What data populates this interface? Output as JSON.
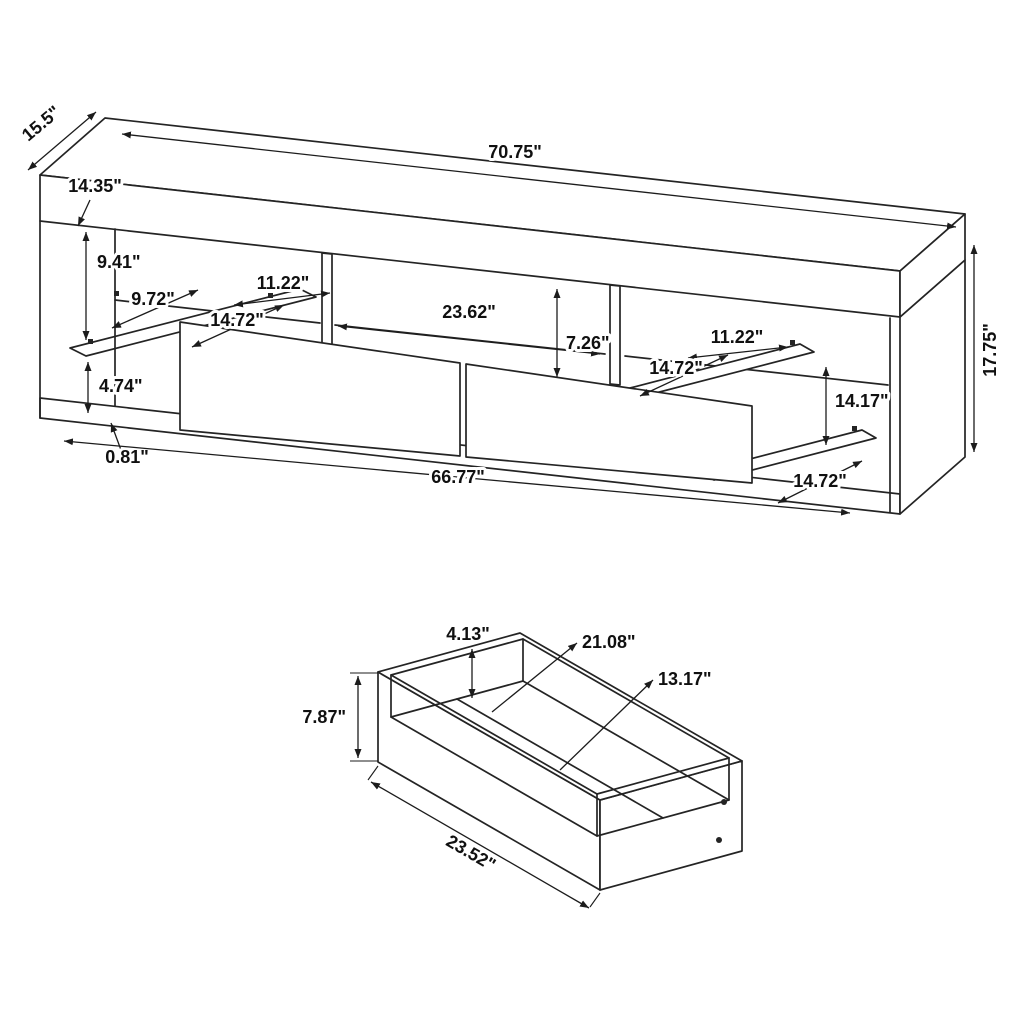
{
  "canvas": {
    "background": "#ffffff",
    "line_color": "#242424"
  },
  "console": {
    "labels": {
      "depth": "15.5\"",
      "top_width": "70.75\"",
      "top_depth": "14.35\"",
      "upper_left_height": "9.41\"",
      "left_shelf_depth": "9.72\"",
      "left_opening_width": "11.22\"",
      "left_shelf_run": "14.72\"",
      "center_opening_width": "23.62\"",
      "center_opening_height": "7.26\"",
      "right_opening_width": "11.22\"",
      "right_shelf_run": "14.72\"",
      "right_shelf_height": "14.17\"",
      "right_bottom_run": "14.72\"",
      "lower_left_height": "4.74\"",
      "shelf_thickness": "0.81\"",
      "bottom_width": "66.77\"",
      "overall_height": "17.75\""
    }
  },
  "drawer": {
    "labels": {
      "inner_height": "4.13\"",
      "inner_width": "21.08\"",
      "inner_depth": "13.17\"",
      "height": "7.87\"",
      "width": "23.52\""
    }
  }
}
